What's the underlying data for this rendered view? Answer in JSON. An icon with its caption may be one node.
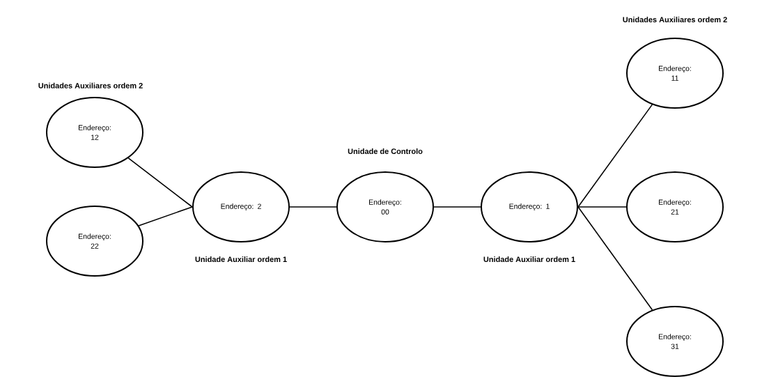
{
  "diagram": {
    "nodes": [
      {
        "text": [
          "Endereço: 12"
        ],
        "beside": [
          "Unidades Auxiliares ordem 2"
        ]
      },
      {
        "text": [
          "Endereço: 22"
        ]
      },
      {
        "text": [
          "Endereço: 2"
        ],
        "beside": [
          "Unidade Auxiliar ordem 1"
        ]
      },
      {
        "text": [
          "Endereço: 00"
        ],
        "beside": [
          "Unidade de Controlo"
        ]
      },
      {
        "text": [
          "Endereço: 1"
        ],
        "beside": [
          "Unidade Auxiliar ordem 1"
        ]
      },
      {
        "text": [
          "Endereço: 11"
        ],
        "beside": [
          "Unidades Auxiliares ordem 2"
        ]
      },
      {
        "text": [
          "Endereço: 21"
        ]
      },
      {
        "text": [
          "Endereço: 31"
        ]
      }
    ],
    "edges": [
      {
        "from": 0,
        "to": 2,
        "arrow": "none"
      },
      {
        "from": 1,
        "to": 2,
        "arrow": "none"
      },
      {
        "from": 2,
        "to": 3,
        "arrow": "none"
      },
      {
        "from": 3,
        "to": 4,
        "arrow": "none"
      },
      {
        "from": 4,
        "to": 5,
        "arrow": "none"
      },
      {
        "from": 4,
        "to": 6,
        "arrow": "none"
      },
      {
        "from": 4,
        "to": 7,
        "arrow": "none"
      }
    ]
  }
}
